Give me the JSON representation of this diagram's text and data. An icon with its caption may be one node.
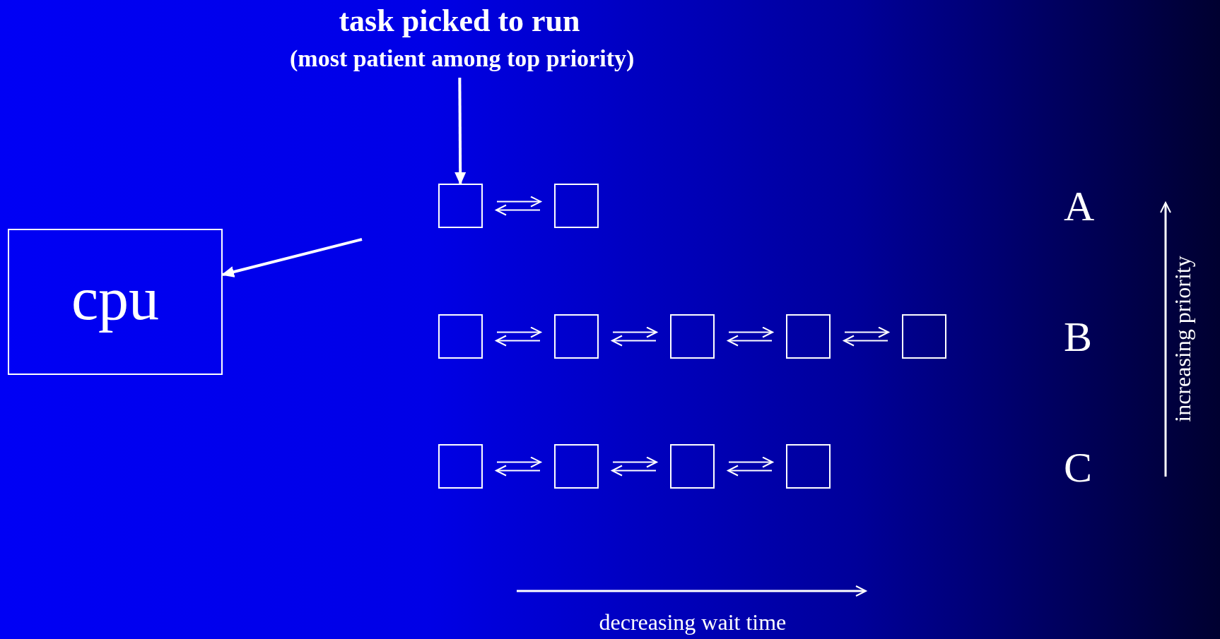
{
  "diagram": {
    "nodes": [
      {
        "text": [
          "task picked to run",
          "(most patient among top priority)"
        ]
      },
      {
        "text": [
          "cpu"
        ]
      },
      {
        "text": [],
        "shape": "box"
      },
      {
        "text": [],
        "shape": "box"
      },
      {
        "text": [],
        "shape": "box"
      },
      {
        "text": [],
        "shape": "box"
      },
      {
        "text": [],
        "shape": "box"
      },
      {
        "text": [],
        "shape": "box"
      },
      {
        "text": [],
        "shape": "box"
      },
      {
        "text": [],
        "shape": "box"
      },
      {
        "text": [],
        "shape": "box"
      },
      {
        "text": [],
        "shape": "box"
      },
      {
        "text": [],
        "shape": "box"
      }
    ],
    "edges": [
      {
        "from": 0,
        "to": 2,
        "arrow": "to"
      },
      {
        "from": null,
        "to": 1,
        "arrow": "to"
      },
      {
        "from": 2,
        "to": 3,
        "arrow": "to"
      },
      {
        "from": 3,
        "to": 2,
        "arrow": "to"
      },
      {
        "from": 4,
        "to": 5,
        "arrow": "to"
      },
      {
        "from": 5,
        "to": 4,
        "arrow": "to"
      },
      {
        "from": 5,
        "to": 6,
        "arrow": "to"
      },
      {
        "from": 6,
        "to": 5,
        "arrow": "to"
      },
      {
        "from": 6,
        "to": 7,
        "arrow": "to"
      },
      {
        "from": 7,
        "to": 6,
        "arrow": "to"
      },
      {
        "from": 7,
        "to": 8,
        "arrow": "to"
      },
      {
        "from": 8,
        "to": 7,
        "arrow": "to"
      },
      {
        "from": 9,
        "to": 10,
        "arrow": "to"
      },
      {
        "from": 10,
        "to": 9,
        "arrow": "to"
      },
      {
        "from": 10,
        "to": 11,
        "arrow": "to"
      },
      {
        "from": 11,
        "to": 10,
        "arrow": "to"
      },
      {
        "from": 11,
        "to": 12,
        "arrow": "to"
      },
      {
        "from": 12,
        "to": 11,
        "arrow": "to"
      }
    ],
    "labels": [
      "A",
      "increasing priority",
      "B",
      "C",
      "decreasing wait time"
    ]
  }
}
